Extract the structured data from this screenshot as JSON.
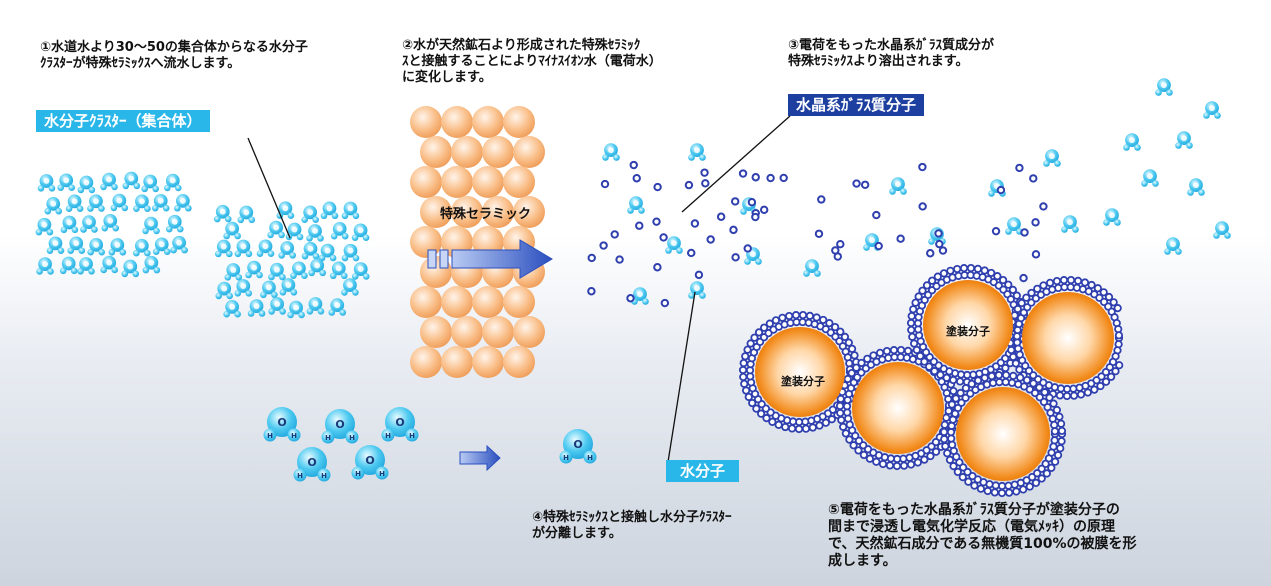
{
  "captions": {
    "step1": "①水道水より30～50の集合体からなる水分子\nｸﾗｽﾀｰが特殊ｾﾗﾐｯｸｽへ流水します。",
    "step2": "②水が天然鉱石より形成された特殊ｾﾗﾐｯｸ\nｽと接触することによりﾏｲﾅｽｲｵﾝ水（電荷水）\nに変化します。",
    "step3": "③電荷をもった水晶系ｶﾞﾗｽ質成分が\n特殊ｾﾗﾐｯｸｽより溶出されます。",
    "step4": "④特殊ｾﾗﾐｯｸｽと接触し水分子ｸﾗｽﾀｰ\nが分離します。",
    "step5": "⑤電荷をもった水晶系ｶﾞﾗｽ質分子が塗装分子の\n間まで浸透し電気化学反応（電気ﾒｯｷ）の原理\nで、天然鉱石成分である無機質100%の被膜を形\n成します。"
  },
  "labels": {
    "cluster_tag": "水分子ｸﾗｽﾀｰ（集合体）",
    "glass_tag": "水晶系ｶﾞﾗｽ質分子",
    "water_tag": "水分子",
    "ceramic": "特殊セラミック",
    "paint1": "塗装分子",
    "paint2": "塗装分子",
    "atom_o": "O",
    "atom_h": "H"
  },
  "colors": {
    "water": "#3cc3ee",
    "cluster_tag": "#29b6e8",
    "glass_tag": "#1d3fa0",
    "ion": "#2f3fae",
    "ceramic": "#f6b27a",
    "paint": "#f08a1c",
    "arrow": "#3a63c8"
  }
}
